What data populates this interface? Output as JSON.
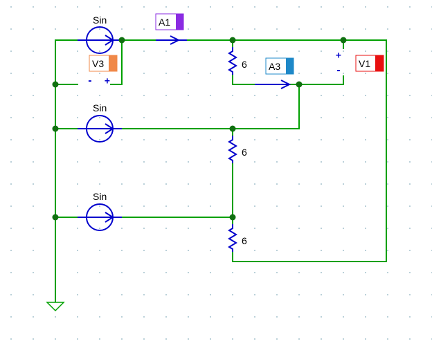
{
  "sources": [
    {
      "label": "Sin"
    },
    {
      "label": "Sin"
    },
    {
      "label": "Sin"
    }
  ],
  "resistors": [
    {
      "value": "6"
    },
    {
      "value": "6"
    },
    {
      "value": "6"
    }
  ],
  "meters": {
    "a1": {
      "label": "A1",
      "color": "#8a2be2"
    },
    "a3": {
      "label": "A3",
      "color": "#1e88c8"
    },
    "v1": {
      "label": "V1",
      "color": "#e81010"
    },
    "v3": {
      "label": "V3",
      "color": "#f08848"
    }
  },
  "polarity": {
    "plus": "+",
    "minus": "-"
  },
  "colors": {
    "wire": "#00a000",
    "component": "#0000cc",
    "node": "#107010",
    "grid_dot": "#a9c4cf"
  }
}
